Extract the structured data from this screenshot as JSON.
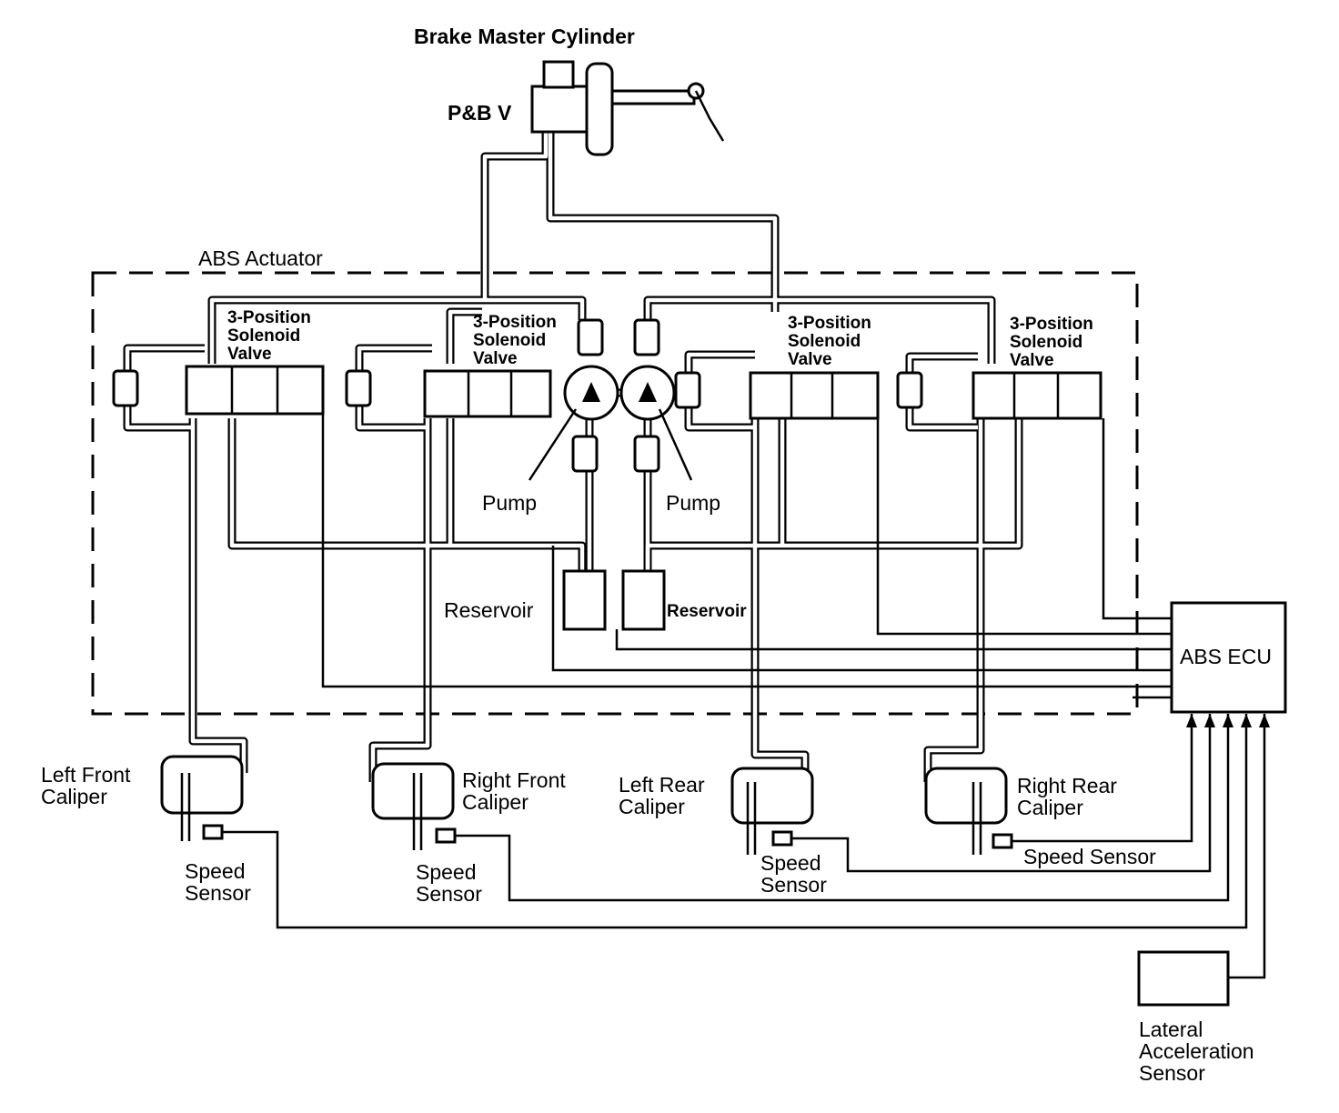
{
  "labels": {
    "master_cylinder": "Brake Master Cylinder",
    "pbv": "P&B V",
    "actuator": "ABS Actuator",
    "valve_1": "3-Position\nSolenoid\nValve",
    "valve_2": "3-Position\nSolenoid\nValve",
    "valve_3": "3-Position\nSolenoid\nValve",
    "valve_4": "3-Position\nSolenoid\nValve",
    "pump_left": "Pump",
    "pump_right": "Pump",
    "reservoir_left": "Reservoir",
    "reservoir_right": "Reservoir",
    "ecu": "ABS ECU",
    "left_front_caliper": "Left Front\nCaliper",
    "right_front_caliper": "Right Front\nCaliper",
    "left_rear_caliper": "Left Rear\nCaliper",
    "right_rear_caliper": "Right Rear\nCaliper",
    "speed_sensor_lf": "Speed\nSensor",
    "speed_sensor_rf": "Speed\nSensor",
    "speed_sensor_lr": "Speed\nSensor",
    "speed_sensor_rr": "Speed Sensor",
    "lateral_sensor": "Lateral\nAcceleration\nSensor"
  },
  "colors": {
    "line": "#000000",
    "background": "#ffffff"
  }
}
